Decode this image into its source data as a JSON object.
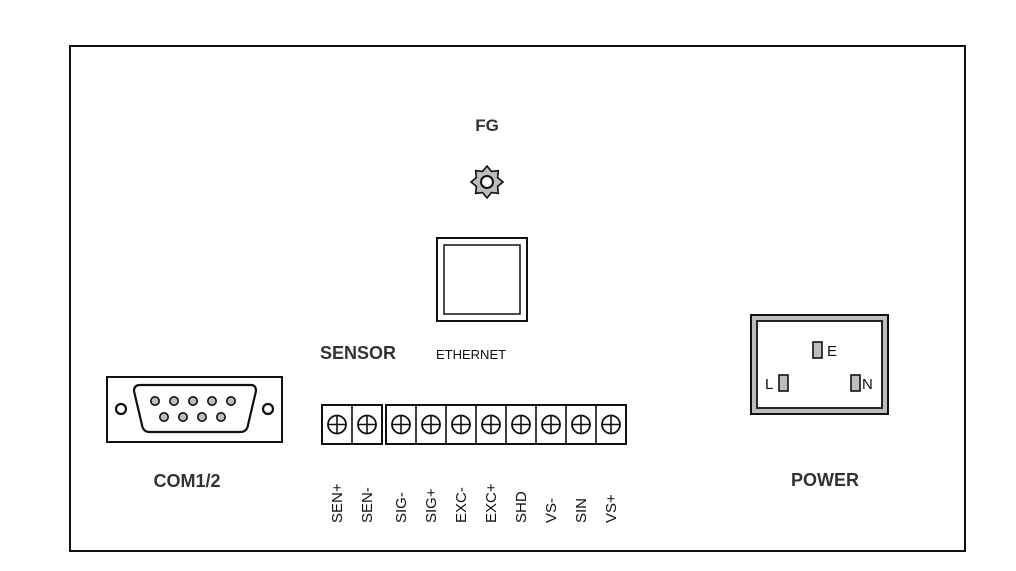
{
  "panel": {
    "fg": {
      "label": "FG",
      "icon": "ground-screw-icon"
    },
    "ethernet": {
      "label": "ETHERNET",
      "icon": "ethernet-port-icon"
    },
    "sensor": {
      "label": "SENSOR",
      "terminals": [
        "SEN+",
        "SEN-",
        "SIG-",
        "SIG+",
        "EXC-",
        "EXC+",
        "SHD",
        "VS-",
        "SIN",
        "VS+"
      ],
      "groups": [
        2,
        8
      ]
    },
    "com": {
      "label": "COM1/2",
      "icon": "db9-connector-icon"
    },
    "power": {
      "label": "POWER",
      "icon": "ac-inlet-icon",
      "pins": {
        "earth": "E",
        "line": "L",
        "neutral": "N"
      }
    }
  },
  "colors": {
    "stroke": "#111111",
    "pin_fill": "#bdbdbd",
    "label_bold": "#333333"
  }
}
